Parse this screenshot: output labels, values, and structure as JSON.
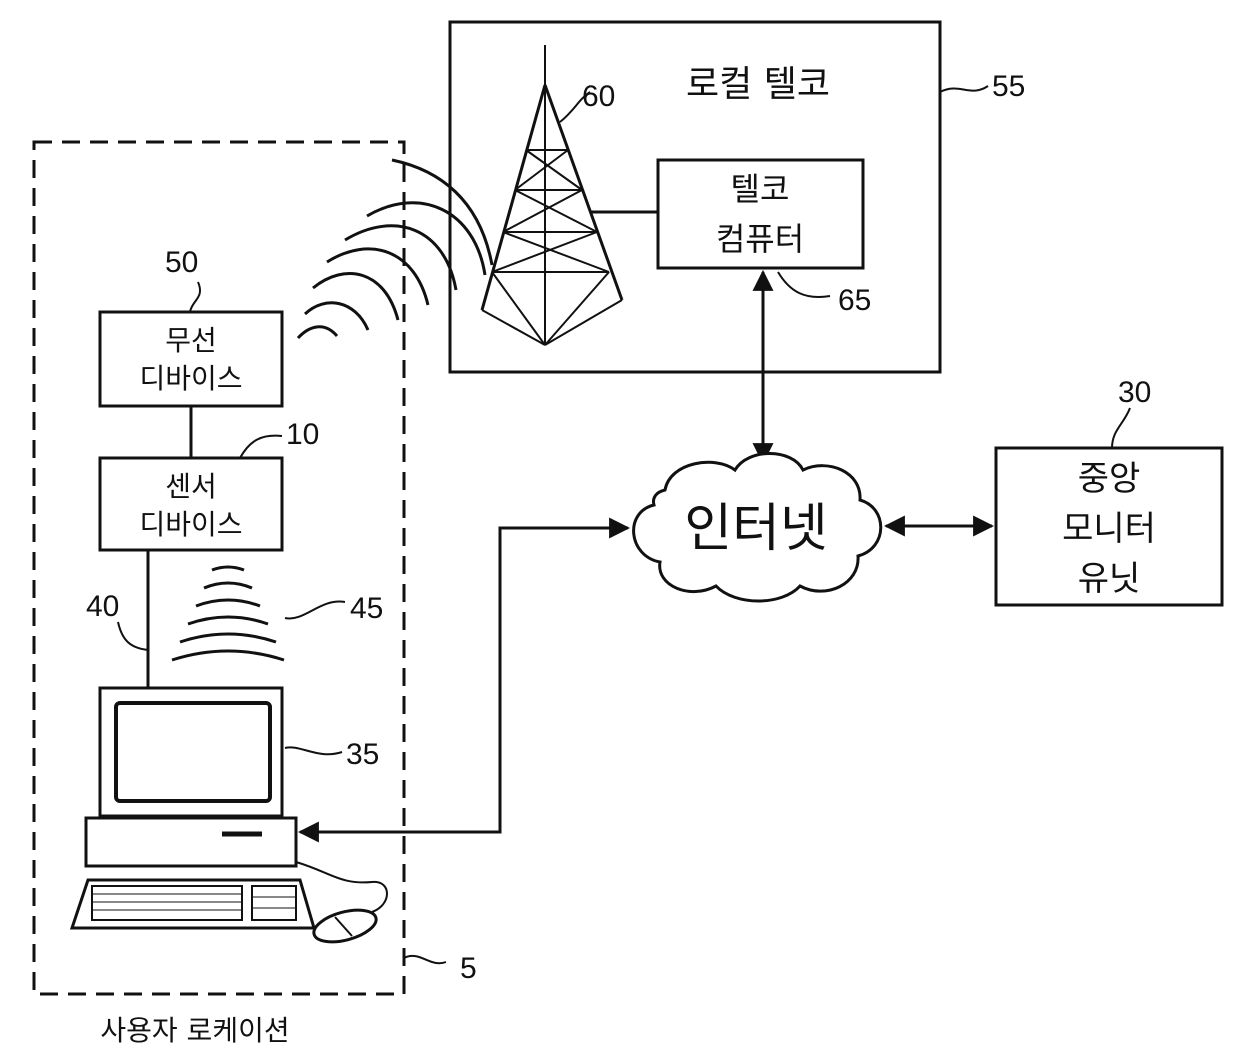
{
  "colors": {
    "ink": "#111111",
    "background": "#ffffff"
  },
  "local_telco": {
    "title": "로컬 텔코",
    "ref": "55"
  },
  "tower": {
    "ref": "60",
    "icon": "cell-tower"
  },
  "telco_computer": {
    "line1": "텔코",
    "line2": "컴퓨터",
    "ref": "65"
  },
  "user_location": {
    "label": "사용자 로케이션",
    "ref": "5"
  },
  "wireless_device": {
    "line1": "무선",
    "line2": "디바이스",
    "ref": "50"
  },
  "sensor_device": {
    "line1": "센서",
    "line2": "디바이스",
    "ref": "10"
  },
  "link_40": {
    "ref": "40"
  },
  "signal_45": {
    "ref": "45",
    "icon": "wireless-signal"
  },
  "computer": {
    "ref": "35",
    "icon": "desktop-computer"
  },
  "internet": {
    "label": "인터넷",
    "icon": "cloud"
  },
  "central_monitor": {
    "line1": "중앙",
    "line2": "모니터",
    "line3": "유닛",
    "ref": "30"
  }
}
